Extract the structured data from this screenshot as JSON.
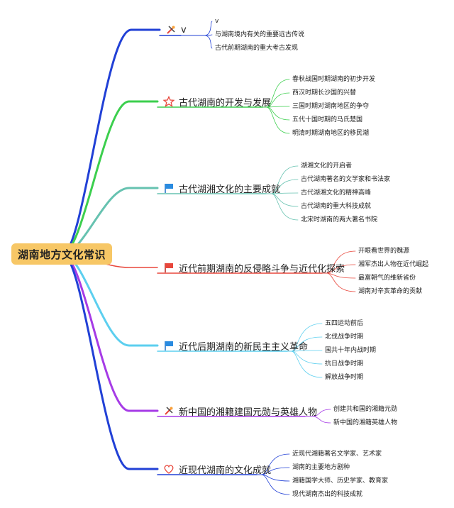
{
  "root": {
    "label": "湖南地方文化常识"
  },
  "colors": {
    "root_fill": "#f7c766",
    "connector_red": "#e8473c"
  },
  "branches": [
    {
      "label": "v",
      "icon": "tools-icon",
      "color": "#2140d6",
      "items": [
        "v",
        "与湖南境内有关的重要远古传说",
        "古代前期湖南的重大考古发现"
      ]
    },
    {
      "label": "古代湖南的开发与发展",
      "icon": "star-icon",
      "color": "#3ccf4e",
      "items": [
        "春秋战国时期湖南的初步开发",
        "西汉时期长沙国的兴替",
        "三国时期对湖南地区的争夺",
        "五代十国时期的马氏楚国",
        "明清时期湖南地区的移民潮"
      ]
    },
    {
      "label": "古代湖湘文化的主要成就",
      "icon": "blue-flag-icon",
      "color": "#66c2b0",
      "items": [
        "湖湘文化的开启者",
        "古代湖南著名的文学家和书法家",
        "古代湖湘文化的精神高峰",
        "古代湖南的重大科技成就",
        "北宋时湖南的两大著名书院"
      ]
    },
    {
      "label": "近代前期湖南的反侵略斗争与近代化探索",
      "icon": "red-flag-icon",
      "color": "#e8473c",
      "items": [
        "开眼看世界的魏源",
        "湘军杰出人物在近代崛起",
        "最富朝气的维新省份",
        "湖南对辛亥革命的贡献"
      ]
    },
    {
      "label": "近代后期湖南的新民主主义革命",
      "icon": "blue-flag-icon",
      "color": "#5ccfef",
      "items": [
        "五四运动前后",
        "北伐战争时期",
        "国共十年内战时期",
        "抗日战争时期",
        "解放战争时期"
      ]
    },
    {
      "label": "新中国的湘籍建国元勋与英雄人物",
      "icon": "tools-icon",
      "color": "#a63be6",
      "items": [
        "创建共和国的湘籍元勋",
        "新中国的湘籍英雄人物"
      ]
    },
    {
      "label": "近现代湖南的文化成就",
      "icon": "heart-icon",
      "color": "#2140d6",
      "items": [
        "近现代湘籍著名文学家、艺术家",
        "湖南的主要地方剧种",
        "湘籍国学大师、历史学家、教育家",
        "现代湖南杰出的科技成就"
      ]
    }
  ]
}
